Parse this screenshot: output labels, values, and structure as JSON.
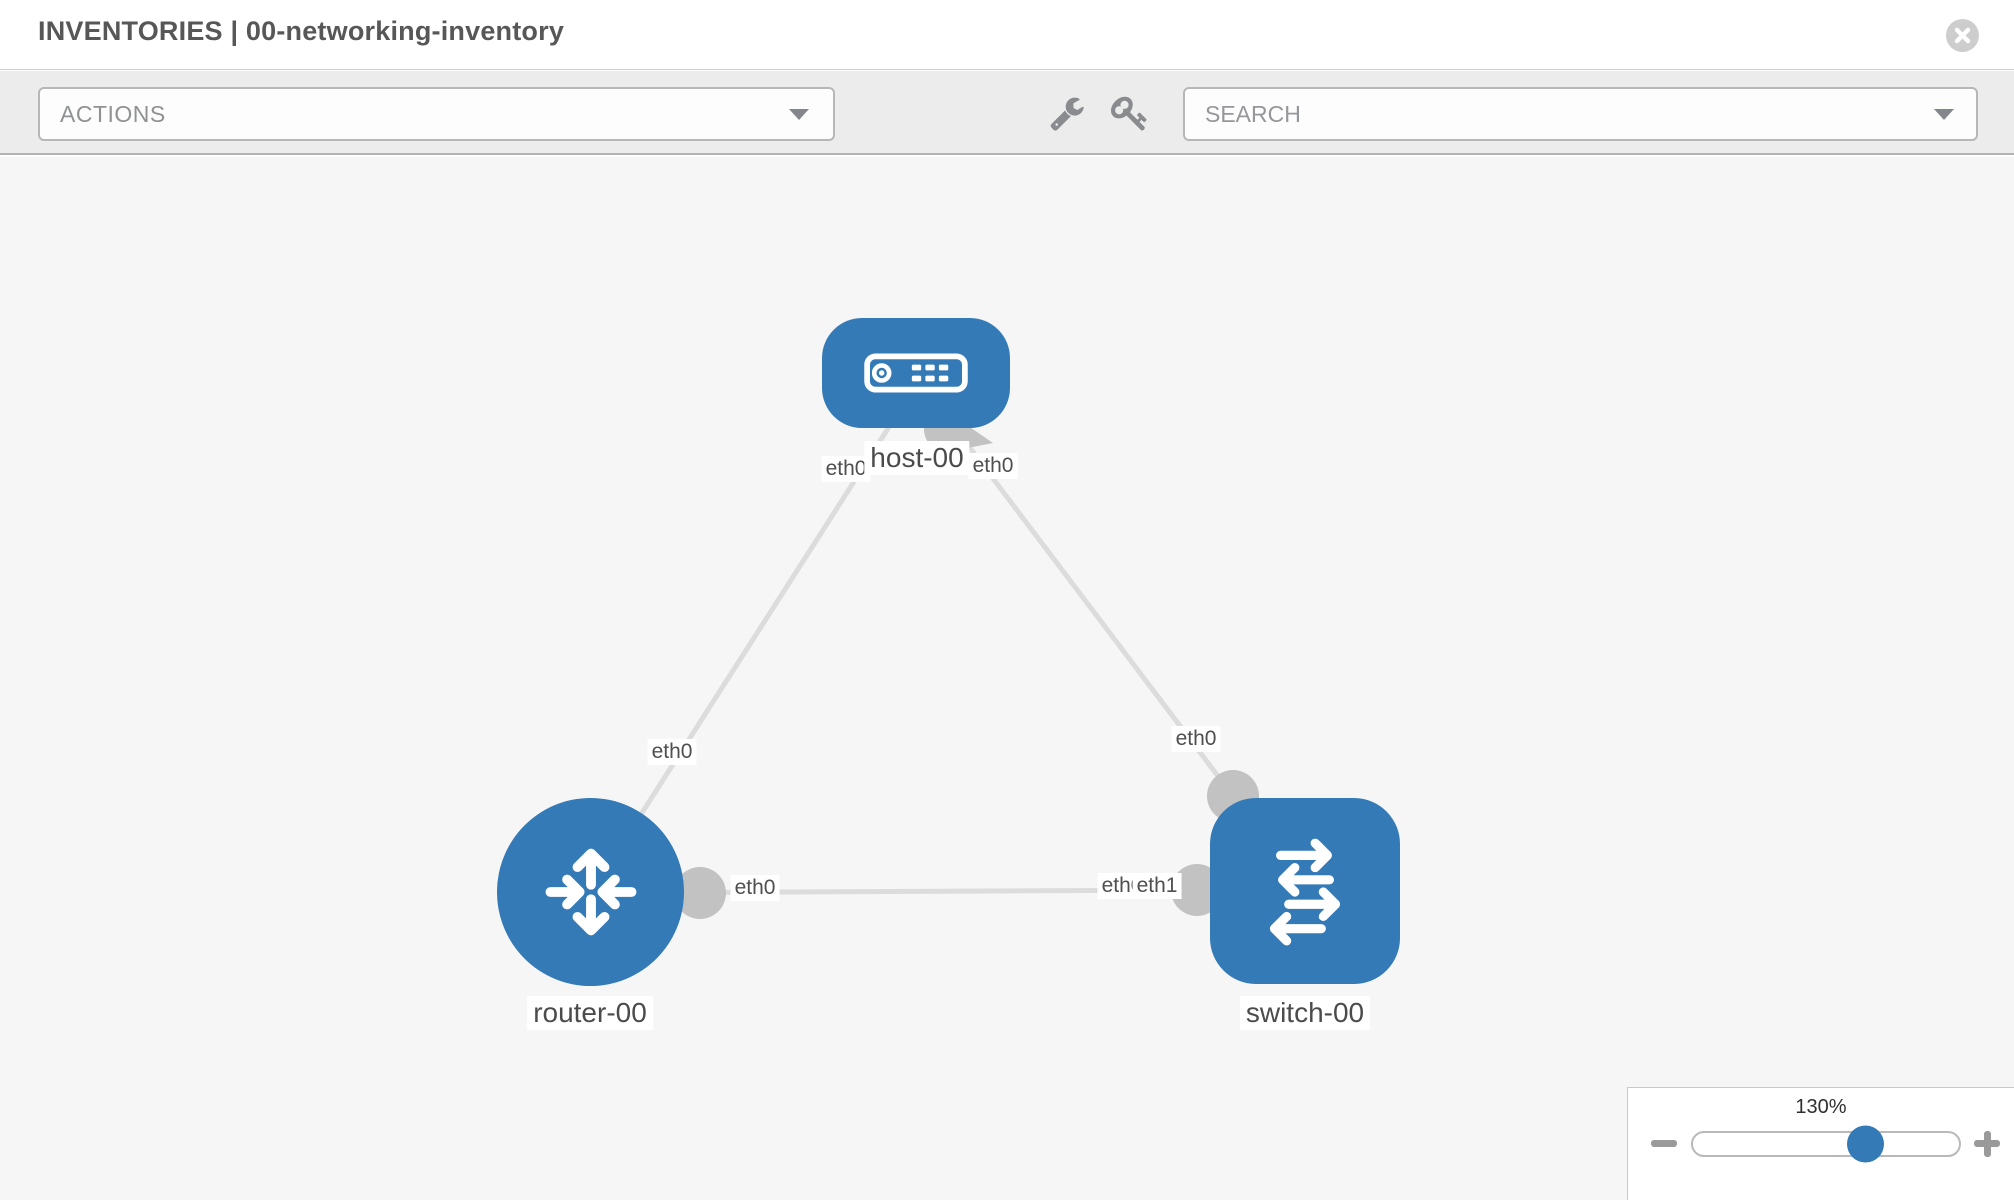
{
  "header": {
    "title": "INVENTORIES | 00-networking-inventory"
  },
  "toolbar": {
    "actions": {
      "label": "ACTIONS"
    },
    "search": {
      "placeholder": "SEARCH"
    },
    "icons": [
      "wrench-icon",
      "key-icon"
    ]
  },
  "topology": {
    "nodes": [
      {
        "label": "host-00",
        "type": "host"
      },
      {
        "label": "router-00",
        "type": "router"
      },
      {
        "label": "switch-00",
        "type": "switch"
      }
    ],
    "links": [
      {
        "source": "router-00",
        "source_interface": "eth0",
        "target": "host-00",
        "target_interface": "eth0"
      },
      {
        "source": "host-00",
        "source_interface": "eth0",
        "target": "switch-00",
        "target_interface": "eth0"
      },
      {
        "source": "router-00",
        "source_interface": "eth0",
        "target": "switch-00",
        "target_interface": "eth1"
      }
    ],
    "iface_labels": [
      "eth0",
      "eth0",
      "eth0",
      "eth0",
      "eth0",
      "eth0",
      "eth1"
    ]
  },
  "zoom_control": {
    "value": "130%",
    "percent": 130
  },
  "colors": {
    "node_blue": "#337ab7",
    "link_gray": "#dcdcdc",
    "connector_gray": "#c2c2c2",
    "toolbar_gray": "#ececec",
    "canvas_gray": "#f6f6f6"
  }
}
